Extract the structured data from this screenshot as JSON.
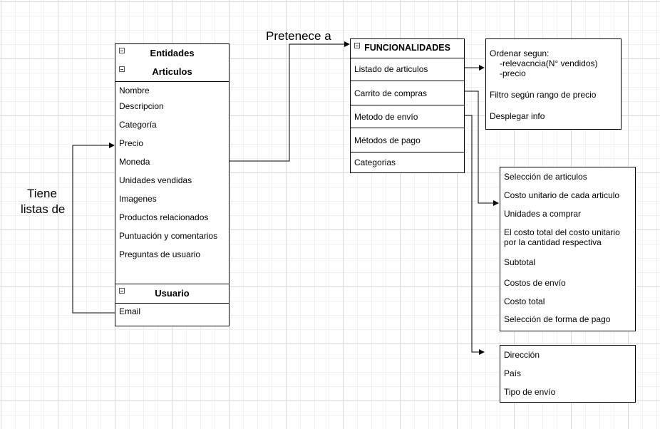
{
  "entities": {
    "title": "Entidades",
    "articulos": {
      "title": "Articulos",
      "fields": [
        "Nombre",
        "Descripcion",
        "Categoría",
        "Precio",
        "Moneda",
        "Unidades vendidas",
        "Imagenes",
        "Productos relacionados",
        "Puntuación y comentarios",
        "Preguntas de usuario"
      ]
    },
    "usuario": {
      "title": "Usuario",
      "fields": [
        "Email"
      ]
    }
  },
  "labels": {
    "belongs_to": "Pretenece a",
    "has_lists_line1": "Tiene",
    "has_lists_line2": "listas de"
  },
  "features": {
    "title": "FUNCIONALIDADES",
    "items": [
      "Listado de articulos",
      "Carrito de compras",
      "Metodo de envío",
      "Métodos de pago",
      "Categorias"
    ]
  },
  "listing_details": {
    "lines": [
      "Ordenar segun:",
      "-relevacncia(N° vendidos)",
      "-precio",
      "Filtro según rango de precio",
      "Desplegar info"
    ]
  },
  "cart_details": {
    "lines": [
      "Selección de articulos",
      "Costo unitario de cada articulo",
      "Unidades a comprar",
      "El costo total del costo unitario",
      "por la cantidad respectiva",
      "Subtotal",
      "Costos de envío",
      "Costo total",
      "Selección de forma de pago"
    ]
  },
  "shipping_details": {
    "lines": [
      "Dirección",
      "País",
      "Tipo de envío"
    ]
  },
  "colors": {
    "line": "#000000",
    "grid": "#d9d9d9"
  }
}
